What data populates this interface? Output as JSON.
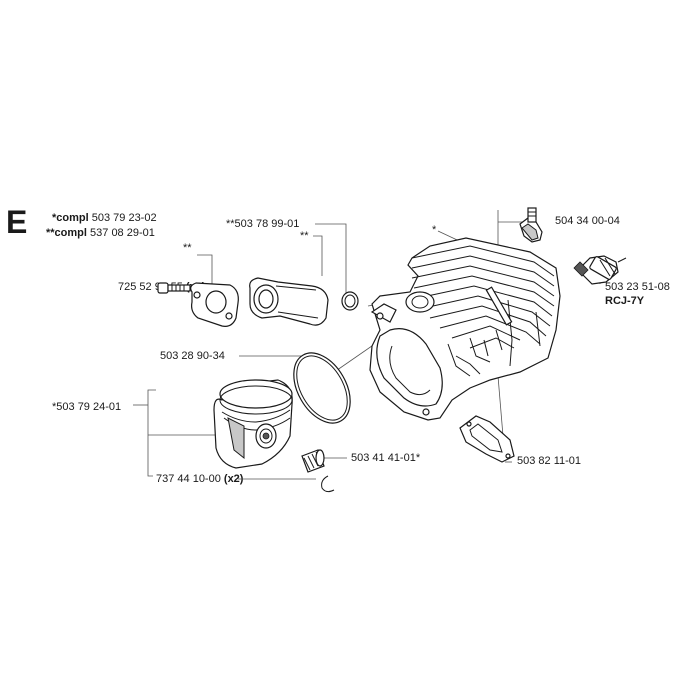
{
  "section": {
    "letter": "E"
  },
  "labels": {
    "compl1_prefix": "*compl",
    "compl1_num": "503 79 23-02",
    "compl2_prefix": "**compl",
    "compl2_num": "537 08 29-01",
    "intake_gasket_mark": "**",
    "intake_manifold_mark": "**",
    "intake_part": "**503 78 99-01",
    "cylinder_mark": "*",
    "screw_num": "725 52 91-55",
    "screw_qty": "(x2)",
    "decomp_valve": "504 34 00-04",
    "spark_plug_num": "503 23 51-08",
    "spark_plug_type": "RCJ-7Y",
    "piston_ring": "503 28 90-34",
    "piston": "*503 79 24-01",
    "needle_bearing": "503 41 41-01*",
    "circlip_num": "737 44 10-00",
    "circlip_qty": "(x2)",
    "cylinder_gasket": "503 82 11-01"
  },
  "colors": {
    "line": "#555555",
    "ink": "#1a1a1a",
    "shade": "#c8c8c8"
  }
}
